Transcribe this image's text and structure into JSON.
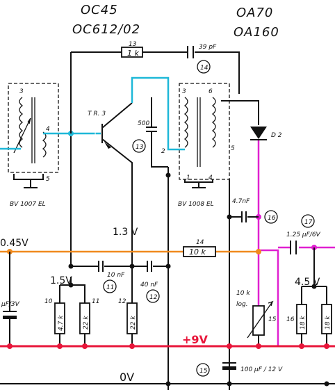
{
  "header": {
    "transistor_line1": "OC45",
    "transistor_line2": "OC612/02",
    "diode_line1": "OA70",
    "diode_line2": "OA160"
  },
  "components": {
    "r13_label": "13",
    "r13_value": "1 k",
    "c14_value": "39 pF",
    "c14_number": "14",
    "tr3_label": "T R. 3",
    "c500_value": "500",
    "c13_number": "13",
    "d2_label": "D 2",
    "t1_label": "BV 1007 EL",
    "t2_label": "BV 1008 EL",
    "c16_value": "4.7nF",
    "c16_number": "16",
    "c17_number": "17",
    "c17_value": "1.25 µF/6V",
    "r14_label": "14",
    "r14_value": "10 k",
    "c11_value": "10 nF",
    "c11_number": "11",
    "c12_value": "40 nF",
    "c12_number": "12",
    "r10_label": "10",
    "r10_value": "4.7 k",
    "r11_label": "11",
    "r11_value": "22 k",
    "r12_label": "12",
    "r12_value": "22 k",
    "pot15_value": "10 k",
    "pot15_taper": "log.",
    "pot15_label": "15",
    "r16_label": "16",
    "r16_value": "18 k",
    "r17_value": "18 k",
    "c15_number": "15",
    "c15_value": "100 µF / 12 V",
    "left_cap_value": "µF/3V",
    "pin3a": "3",
    "pin4a": "4",
    "pin5a": "5",
    "pin3b": "3",
    "pin6b": "6",
    "pin2b": "2",
    "pin5b": "5",
    "pin1b": "1",
    "pin4b": "4"
  },
  "voltages": {
    "bias_left": "0.45V",
    "collector": "1.3 V",
    "base_node": "1.5V",
    "right_node": "4.5 V",
    "supply": "+9V",
    "ground": "0V"
  },
  "colors": {
    "supply_rail": "#e8163a",
    "bias_line": "#f08a1e",
    "detector_path": "#e020d0",
    "base_path": "#1eb8d8",
    "wire": "#111111"
  }
}
